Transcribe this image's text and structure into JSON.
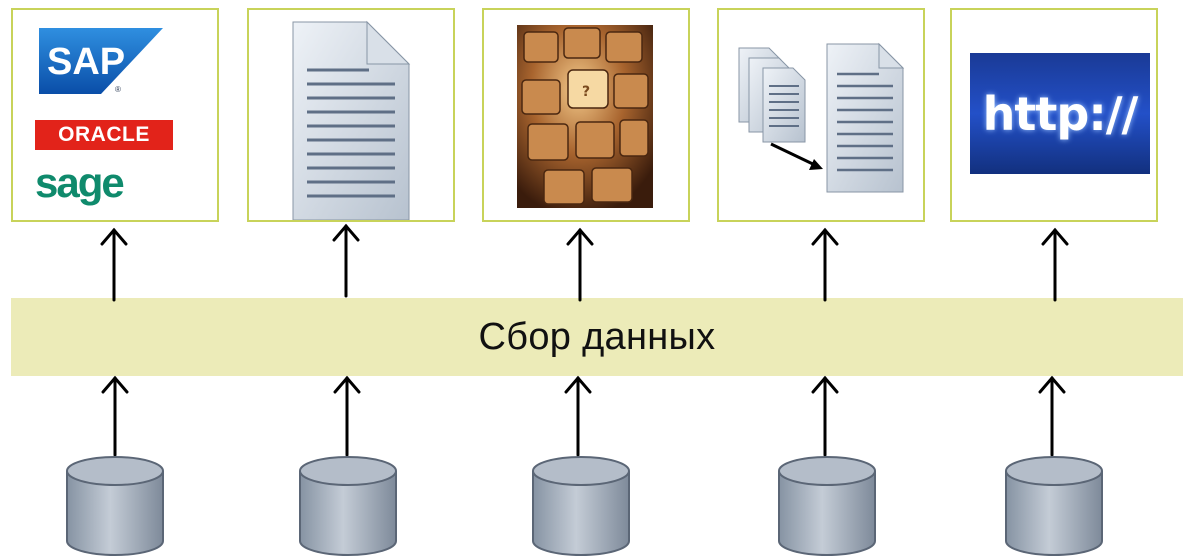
{
  "band": {
    "label": "Сбор данных"
  },
  "sources": {
    "erp": {
      "sap": "SAP",
      "oracle": "ORACLE",
      "sage": "sage"
    },
    "web": {
      "http": "http://"
    }
  },
  "colors": {
    "box_border": "#c8d35a",
    "band_fill": "#ecebb8",
    "arrow": "#000000",
    "db_fill": "#a9b4c1"
  }
}
